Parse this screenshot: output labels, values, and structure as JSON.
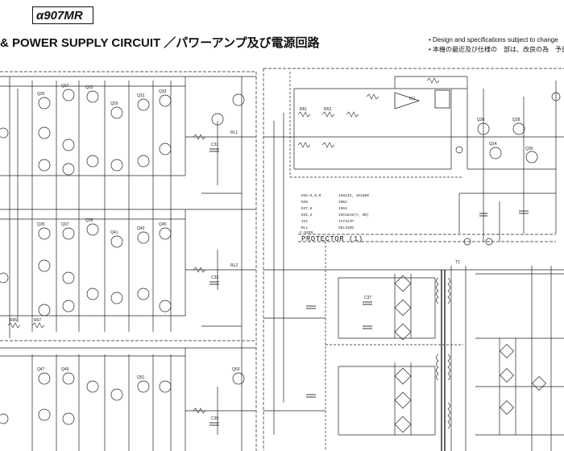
{
  "header": {
    "model": "α907MR",
    "title_en": "& POWER SUPPLY CIRCUIT",
    "title_jp": "／パワーアンプ及び電源回路",
    "note_en": "• Design and specifications subject to change",
    "note_jp": "• 本機の最近及び仕様の　部は、改良の為　予告"
  },
  "blocks": {
    "protector": "PROTECTOR (1)",
    "board_id": "C-5839"
  },
  "semis_table": [
    {
      "ref": "D31~4,8,9",
      "part": "1SS133, 1S1588"
    },
    {
      "ref": "D35",
      "part": "1N62"
    },
    {
      "ref": "D37,8",
      "part": "1S52"
    },
    {
      "ref": "D31,2",
      "part": "2SC1815(Y, GR)"
    },
    {
      "ref": "IC1",
      "part": "TA7317P"
    },
    {
      "ref": "RL1",
      "part": "SEL3105"
    }
  ],
  "refs": {
    "q1": "Q25",
    "q2": "Q27",
    "q3": "Q23",
    "q4": "Q29",
    "q5": "Q31",
    "q6": "Q33",
    "q7": "Q35",
    "q8": "Q37",
    "q9": "Q39",
    "q10": "Q41",
    "q11": "Q43",
    "q12": "Q45",
    "q13": "Q47",
    "q14": "Q49",
    "q15": "Q51",
    "q16": "Q53",
    "q17": "Q26",
    "q18": "Q28",
    "q19": "Q24",
    "q20": "Q30",
    "ic": "IC1",
    "rl": "RL1",
    "t1": "T1",
    "rl2": "RL2",
    "r1": "R61",
    "r2": "R63",
    "r3": "R65",
    "r4": "R67",
    "c1": "C31",
    "c2": "C33",
    "c3": "C35",
    "c4": "C37"
  }
}
